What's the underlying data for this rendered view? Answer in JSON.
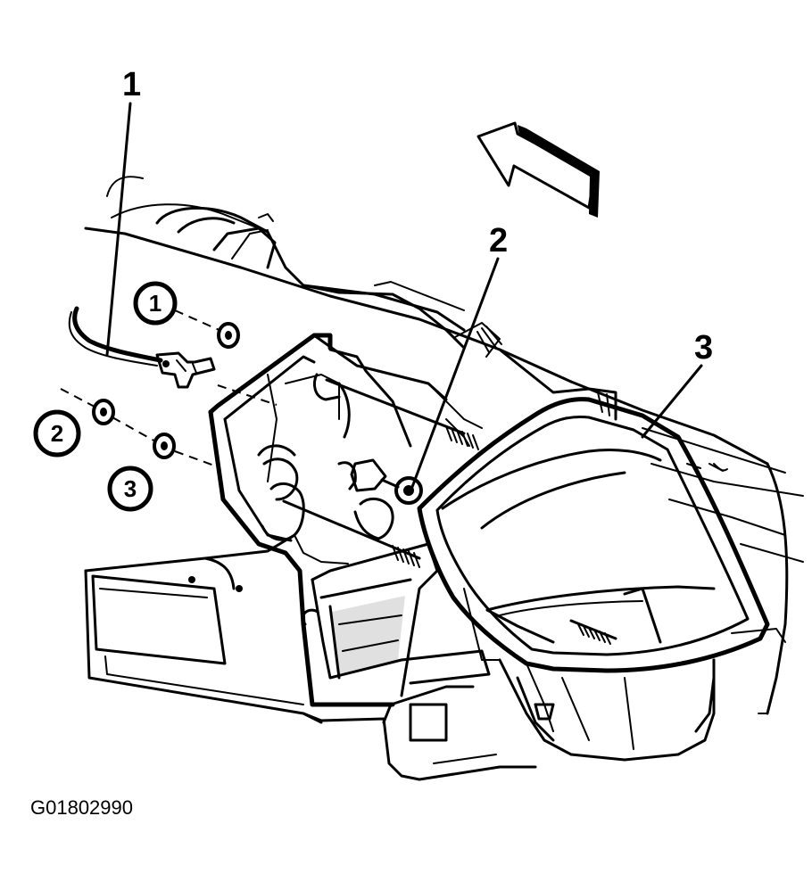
{
  "diagram": {
    "callouts": [
      {
        "id": "callout-1",
        "text": "1"
      },
      {
        "id": "callout-2",
        "text": "2"
      },
      {
        "id": "callout-3",
        "text": "3"
      }
    ],
    "circled_labels": [
      {
        "id": "circled-1",
        "text": "1"
      },
      {
        "id": "circled-2",
        "text": "2"
      },
      {
        "id": "circled-3",
        "text": "3"
      }
    ],
    "figure_id": "G01802990",
    "direction_arrow": "forward-arrow-icon"
  }
}
